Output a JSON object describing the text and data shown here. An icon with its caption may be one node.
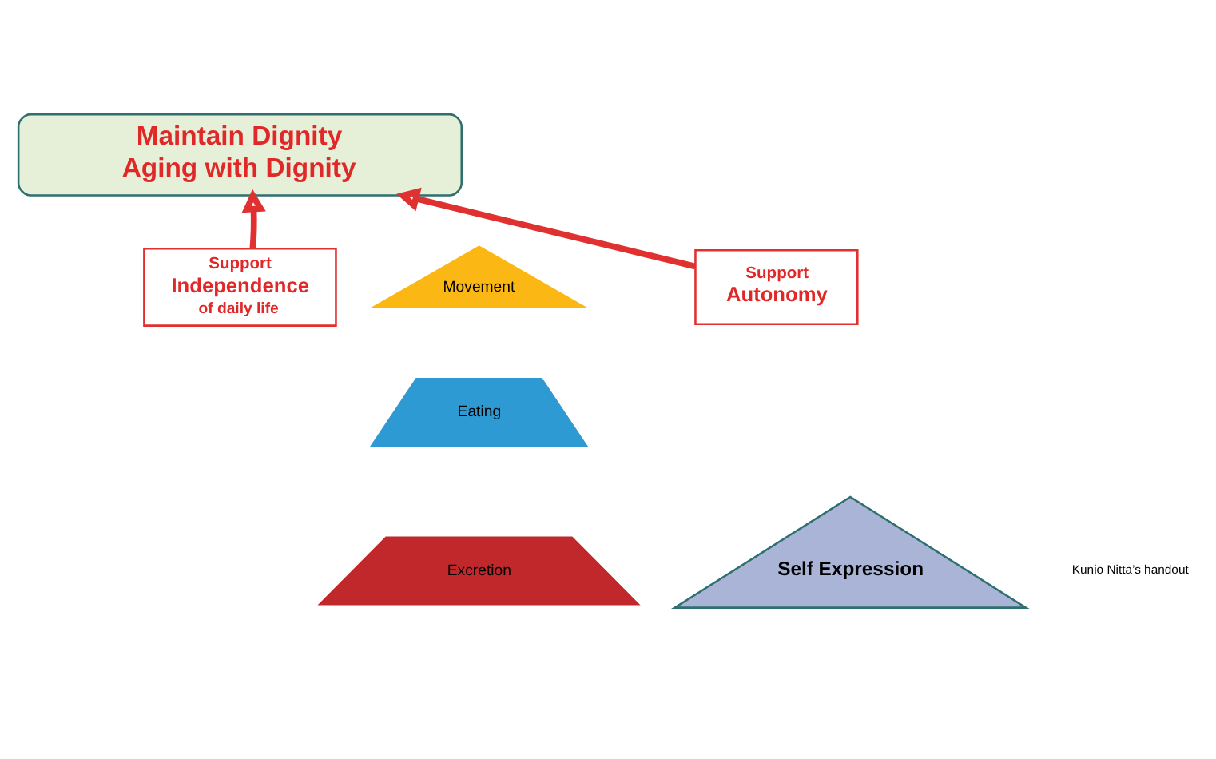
{
  "diagram": {
    "nodes": [
      {
        "text": [
          "Maintain Dignity",
          "Aging with Dignity"
        ]
      },
      {
        "text": [
          "Support",
          "Independence",
          "of daily life"
        ]
      },
      {
        "text": [
          "Support",
          "Autonomy"
        ]
      },
      {
        "text": [
          "Movement"
        ]
      },
      {
        "text": [
          "Eating"
        ]
      },
      {
        "text": [
          "Excretion"
        ]
      },
      {
        "text": [
          "Self Expression"
        ]
      }
    ],
    "edges": [
      {
        "from": 1,
        "to": 0,
        "arrow": "to"
      },
      {
        "from": 2,
        "to": 0,
        "arrow": "to"
      }
    ],
    "labels": [
      "Kunio Nitta’s handout"
    ]
  }
}
